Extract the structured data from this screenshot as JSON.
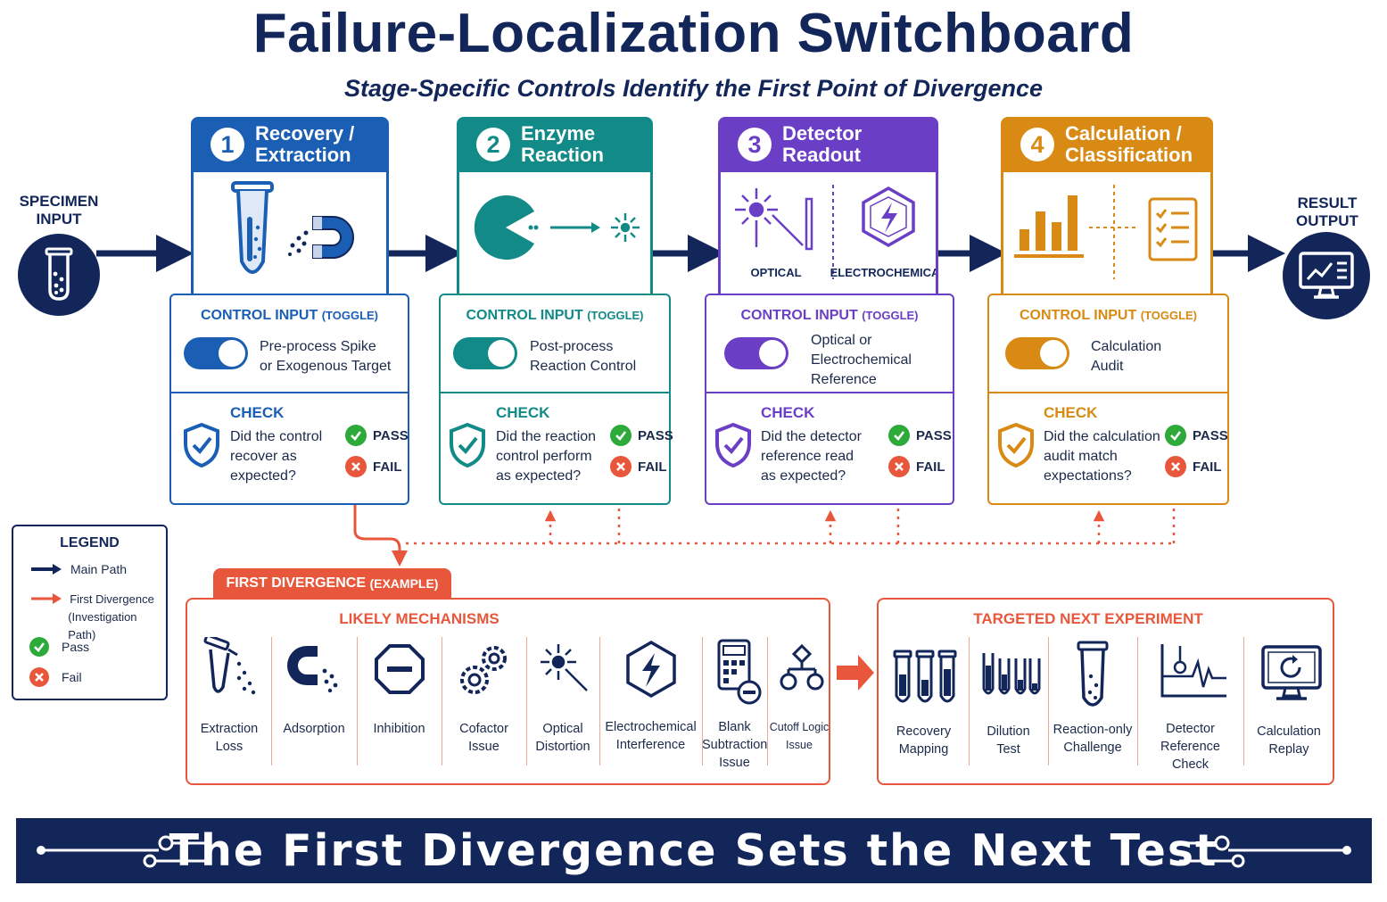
{
  "title": "Failure-Localization Switchboard",
  "subtitle": "Stage-Specific Controls Identify the First Point of Divergence",
  "specimen_input": {
    "line1": "SPECIMEN",
    "line2": "INPUT",
    "icon": "test-tube-icon"
  },
  "result_output": {
    "line1": "RESULT",
    "line2": "OUTPUT",
    "icon": "monitor-chart-icon"
  },
  "colors": {
    "blue": "#1b5fb5",
    "teal": "#128a87",
    "purple": "#6b3fc5",
    "orange": "#d88a14",
    "navy": "#13265a",
    "red": "#e8573c",
    "green": "#2eaa3a"
  },
  "stages": [
    {
      "num": "1",
      "title_line1": "Recovery /",
      "title_line2": "Extraction",
      "control_head": "CONTROL INPUT",
      "control_tag": "(TOGGLE)",
      "control_line1": "Pre-process Spike",
      "control_line2": "or Exogenous Target",
      "control_line3": "",
      "check_head": "CHECK",
      "check_line1": "Did the control",
      "check_line2": "recover as",
      "check_line3": "expected?",
      "pass": "PASS",
      "fail": "FAIL"
    },
    {
      "num": "2",
      "title_line1": "Enzyme",
      "title_line2": "Reaction",
      "control_head": "CONTROL INPUT",
      "control_tag": "(TOGGLE)",
      "control_line1": "Post-process",
      "control_line2": "Reaction Control",
      "control_line3": "",
      "check_head": "CHECK",
      "check_line1": "Did the reaction",
      "check_line2": "control perform",
      "check_line3": "as expected?",
      "pass": "PASS",
      "fail": "FAIL"
    },
    {
      "num": "3",
      "title_line1": "Detector",
      "title_line2": "Readout",
      "control_head": "CONTROL INPUT",
      "control_tag": "(TOGGLE)",
      "control_line1": "Optical or",
      "control_line2": "Electrochemical",
      "control_line3": "Reference",
      "check_head": "CHECK",
      "check_line1": "Did the detector",
      "check_line2": "reference read",
      "check_line3": "as expected?",
      "pass": "PASS",
      "fail": "FAIL",
      "sub_labels": [
        "OPTICAL",
        "ELECTROCHEMICAL"
      ]
    },
    {
      "num": "4",
      "title_line1": "Calculation /",
      "title_line2": "Classification",
      "control_head": "CONTROL INPUT",
      "control_tag": "(TOGGLE)",
      "control_line1": "Calculation",
      "control_line2": "Audit",
      "control_line3": "",
      "check_head": "CHECK",
      "check_line1": "Did the calculation",
      "check_line2": "audit match",
      "check_line3": "expectations?",
      "pass": "PASS",
      "fail": "FAIL"
    }
  ],
  "legend": {
    "title": "LEGEND",
    "main_path": "Main Path",
    "first_div_1": "First Divergence",
    "first_div_2": "(Investigation Path)",
    "pass": "Pass",
    "fail": "Fail"
  },
  "first_divergence_tab": {
    "label": "FIRST DIVERGENCE",
    "tag": "(EXAMPLE)"
  },
  "mechanisms": {
    "title": "LIKELY MECHANISMS",
    "items": [
      {
        "l1": "Extraction",
        "l2": "Loss",
        "l3": "",
        "icon": "pouring-tube-icon"
      },
      {
        "l1": "Adsorption",
        "l2": "",
        "l3": "",
        "icon": "magnet-icon"
      },
      {
        "l1": "Inhibition",
        "l2": "",
        "l3": "",
        "icon": "stop-sign-icon"
      },
      {
        "l1": "Cofactor",
        "l2": "Issue",
        "l3": "",
        "icon": "gears-icon"
      },
      {
        "l1": "Optical",
        "l2": "Distortion",
        "l3": "",
        "icon": "light-burst-icon"
      },
      {
        "l1": "Electrochemical",
        "l2": "Interference",
        "l3": "",
        "icon": "hex-bolt-icon"
      },
      {
        "l1": "Blank",
        "l2": "Subtraction",
        "l3": "Issue",
        "icon": "calculator-minus-icon"
      },
      {
        "l1": "Cutoff Logic",
        "l2": "Issue",
        "l3": "",
        "icon": "decision-tree-icon"
      }
    ]
  },
  "next_experiment": {
    "title": "TARGETED NEXT EXPERIMENT",
    "items": [
      {
        "l1": "Recovery",
        "l2": "Mapping",
        "l3": "",
        "icon": "tube-rack-icon"
      },
      {
        "l1": "Dilution",
        "l2": "Test",
        "l3": "",
        "icon": "dilution-tubes-icon"
      },
      {
        "l1": "Reaction-only",
        "l2": "Challenge",
        "l3": "",
        "icon": "single-tube-icon"
      },
      {
        "l1": "Detector",
        "l2": "Reference",
        "l3": "Check",
        "icon": "signal-plot-icon"
      },
      {
        "l1": "Calculation",
        "l2": "Replay",
        "l3": "",
        "icon": "monitor-replay-icon"
      }
    ]
  },
  "footer": "The First Divergence Sets the Next Test"
}
